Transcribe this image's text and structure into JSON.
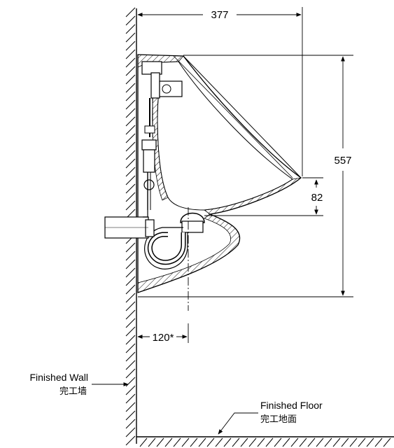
{
  "dimensions": {
    "width_top": "377",
    "height_overall": "557",
    "lip_drop": "82",
    "outlet_offset": "120*"
  },
  "labels": {
    "finished_wall_en": "Finished Wall",
    "finished_wall_zh": "完工墙",
    "finished_floor_en": "Finished Floor",
    "finished_floor_zh": "完工地面"
  }
}
